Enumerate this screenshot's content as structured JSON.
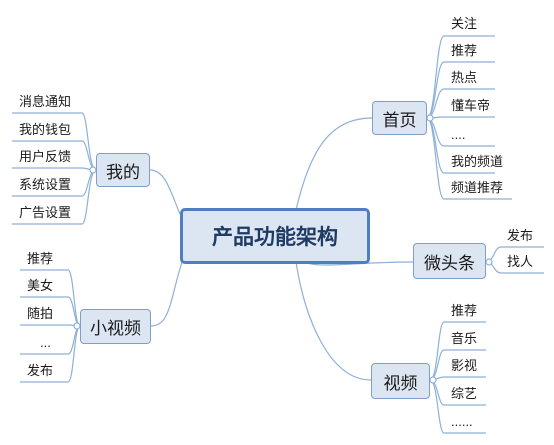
{
  "root": {
    "label": "产品功能架构"
  },
  "branches": {
    "home": {
      "label": "首页",
      "children": [
        "关注",
        "推荐",
        "热点",
        "懂车帝",
        "....",
        "我的频道",
        "频道推荐"
      ]
    },
    "micro": {
      "label": "微头条",
      "children": [
        "发布",
        "找人"
      ]
    },
    "video": {
      "label": "视频",
      "children": [
        "推荐",
        "音乐",
        "影视",
        "综艺",
        "......"
      ]
    },
    "mine": {
      "label": "我的",
      "children": [
        "消息通知",
        "我的钱包",
        "用户反馈",
        "系统设置",
        "广告设置"
      ]
    },
    "small": {
      "label": "小视频",
      "children": [
        "推荐",
        "美女",
        "随拍",
        "...",
        "发布"
      ]
    }
  },
  "colors": {
    "line": "#8fb0d6",
    "node_fill": "#dce6f2",
    "root_border": "#4f7fc0"
  }
}
